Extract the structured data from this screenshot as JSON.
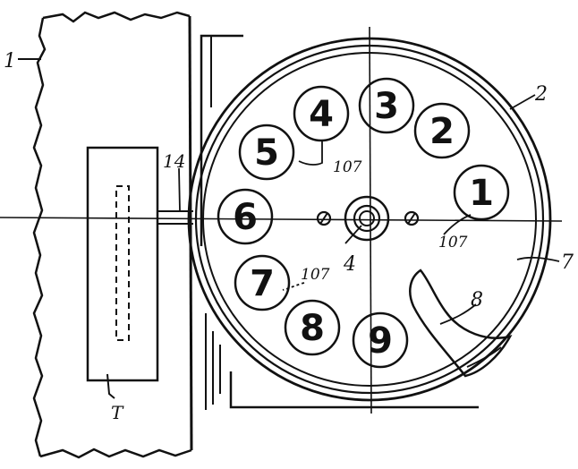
{
  "figure": {
    "finger_hole_numbers": [
      "1",
      "2",
      "3",
      "4",
      "5",
      "6",
      "7",
      "8",
      "9"
    ],
    "reference_labels": {
      "housing": "1",
      "disc": "2",
      "hub": "4",
      "plate": "7",
      "finger_stop": "8",
      "shaft": "14",
      "contact_a": "107",
      "contact_b": "107",
      "contact_c": "107",
      "box": "T"
    }
  }
}
